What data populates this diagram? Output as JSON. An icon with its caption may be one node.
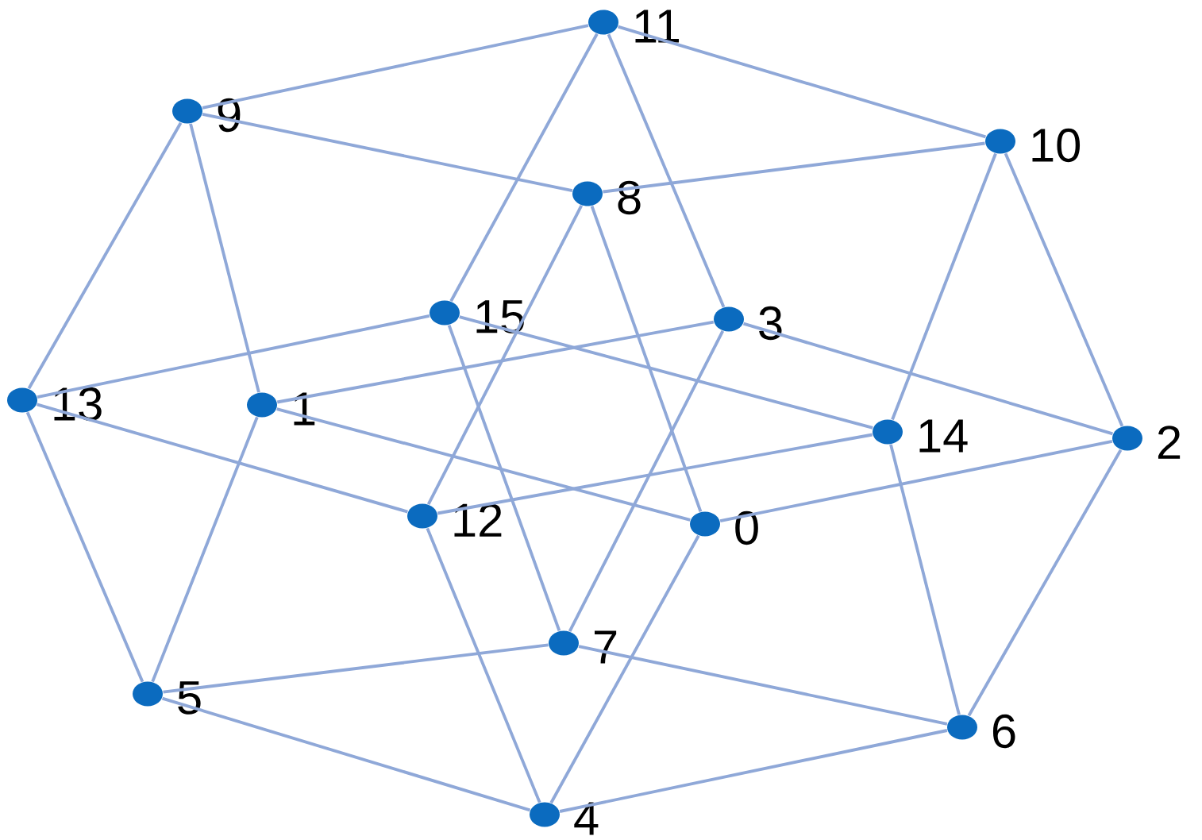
{
  "diagram": {
    "nodes": [
      {
        "text": [],
        "shape": "circle",
        "beside": [
          "11"
        ]
      },
      {
        "text": [],
        "shape": "circle",
        "beside": [
          "9"
        ]
      },
      {
        "text": [],
        "shape": "circle",
        "beside": [
          "10"
        ]
      },
      {
        "text": [],
        "shape": "circle",
        "beside": [
          "8"
        ]
      },
      {
        "text": [],
        "shape": "circle",
        "beside": [
          "15"
        ]
      },
      {
        "text": [],
        "shape": "circle",
        "beside": [
          "3"
        ]
      },
      {
        "text": [],
        "shape": "circle",
        "beside": [
          "13"
        ]
      },
      {
        "text": [],
        "shape": "circle",
        "beside": [
          "1"
        ]
      },
      {
        "text": [],
        "shape": "circle",
        "beside": [
          "14"
        ]
      },
      {
        "text": [],
        "shape": "circle",
        "beside": [
          "2"
        ]
      },
      {
        "text": [],
        "shape": "circle",
        "beside": [
          "12"
        ]
      },
      {
        "text": [],
        "shape": "circle",
        "beside": [
          "0"
        ]
      },
      {
        "text": [],
        "shape": "circle",
        "beside": [
          "7"
        ]
      },
      {
        "text": [],
        "shape": "circle",
        "beside": [
          "5"
        ]
      },
      {
        "text": [],
        "shape": "circle",
        "beside": [
          "6"
        ]
      },
      {
        "text": [],
        "shape": "circle",
        "beside": [
          "4"
        ]
      }
    ],
    "edges": [
      {
        "from": 0,
        "to": 1,
        "arrow": "none"
      },
      {
        "from": 0,
        "to": 2,
        "arrow": "none"
      },
      {
        "from": 0,
        "to": 4,
        "arrow": "none"
      },
      {
        "from": 0,
        "to": 5,
        "arrow": "none"
      },
      {
        "from": 1,
        "to": 3,
        "arrow": "none"
      },
      {
        "from": 1,
        "to": 6,
        "arrow": "none"
      },
      {
        "from": 1,
        "to": 7,
        "arrow": "none"
      },
      {
        "from": 2,
        "to": 3,
        "arrow": "none"
      },
      {
        "from": 2,
        "to": 8,
        "arrow": "none"
      },
      {
        "from": 2,
        "to": 9,
        "arrow": "none"
      },
      {
        "from": 3,
        "to": 10,
        "arrow": "none"
      },
      {
        "from": 3,
        "to": 11,
        "arrow": "none"
      },
      {
        "from": 4,
        "to": 6,
        "arrow": "none"
      },
      {
        "from": 4,
        "to": 8,
        "arrow": "none"
      },
      {
        "from": 4,
        "to": 12,
        "arrow": "none"
      },
      {
        "from": 5,
        "to": 7,
        "arrow": "none"
      },
      {
        "from": 5,
        "to": 9,
        "arrow": "none"
      },
      {
        "from": 5,
        "to": 12,
        "arrow": "none"
      },
      {
        "from": 6,
        "to": 10,
        "arrow": "none"
      },
      {
        "from": 6,
        "to": 13,
        "arrow": "none"
      },
      {
        "from": 7,
        "to": 11,
        "arrow": "none"
      },
      {
        "from": 7,
        "to": 13,
        "arrow": "none"
      },
      {
        "from": 8,
        "to": 10,
        "arrow": "none"
      },
      {
        "from": 8,
        "to": 14,
        "arrow": "none"
      },
      {
        "from": 9,
        "to": 11,
        "arrow": "none"
      },
      {
        "from": 9,
        "to": 14,
        "arrow": "none"
      },
      {
        "from": 10,
        "to": 15,
        "arrow": "none"
      },
      {
        "from": 11,
        "to": 15,
        "arrow": "none"
      },
      {
        "from": 12,
        "to": 13,
        "arrow": "none"
      },
      {
        "from": 12,
        "to": 14,
        "arrow": "none"
      },
      {
        "from": 13,
        "to": 15,
        "arrow": "none"
      },
      {
        "from": 14,
        "to": 15,
        "arrow": "none"
      }
    ]
  }
}
